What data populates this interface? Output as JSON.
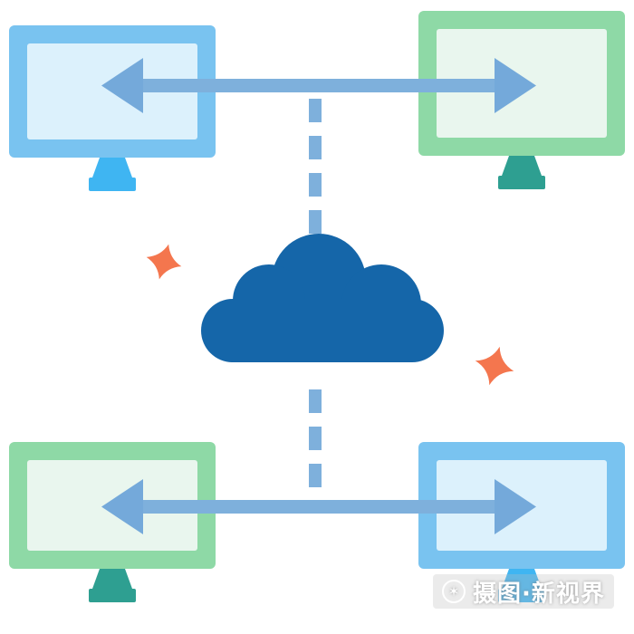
{
  "scene": {
    "description": "Flat illustration of four computer monitors exchanging data with a central cloud",
    "background": "#ffffff"
  },
  "diagram": {
    "type": "cloud-network",
    "center_node": {
      "id": "cloud",
      "shape": "cloud",
      "color": "#1566A9"
    },
    "nodes": [
      {
        "id": "monitor-top-left",
        "position": "top-left",
        "style": "blue"
      },
      {
        "id": "monitor-top-right",
        "position": "top-right",
        "style": "green"
      },
      {
        "id": "monitor-bottom-left",
        "position": "bottom-left",
        "style": "green"
      },
      {
        "id": "monitor-bottom-right",
        "position": "bottom-right",
        "style": "blue"
      }
    ],
    "links": [
      {
        "id": "top-arrow-bar",
        "type": "double-headed-arrow",
        "row": "top",
        "connects": [
          "monitor-top-left",
          "monitor-top-right"
        ]
      },
      {
        "id": "bottom-arrow-bar",
        "type": "double-headed-arrow",
        "row": "bottom",
        "connects": [
          "monitor-bottom-left",
          "monitor-bottom-right"
        ]
      },
      {
        "id": "cloud-to-top",
        "type": "dashed-vertical-line",
        "connects": [
          "cloud",
          "top-arrow-bar"
        ]
      },
      {
        "id": "cloud-to-bottom",
        "type": "dashed-vertical-line",
        "connects": [
          "cloud",
          "bottom-arrow-bar"
        ]
      }
    ],
    "decorations": [
      {
        "id": "sparkle-left",
        "shape": "four-point-star",
        "color": "#F4764E"
      },
      {
        "id": "sparkle-right",
        "shape": "four-point-star",
        "color": "#F4764E"
      }
    ]
  },
  "colors": {
    "blue_monitor_frame": "#79C3F0",
    "blue_monitor_screen": "#DCF1FC",
    "blue_monitor_stand": "#3FB5F2",
    "green_monitor_frame": "#8ED9A6",
    "green_monitor_screen": "#E9F6EE",
    "green_monitor_stand": "#2E9F91",
    "cloud": "#1566A9",
    "link_bar": "#7EB0DC",
    "arrowhead": "#74A9DA",
    "sparkle": "#F4764E"
  },
  "watermark": {
    "logo_glyph": "✶",
    "text": "摄图·新视界"
  }
}
